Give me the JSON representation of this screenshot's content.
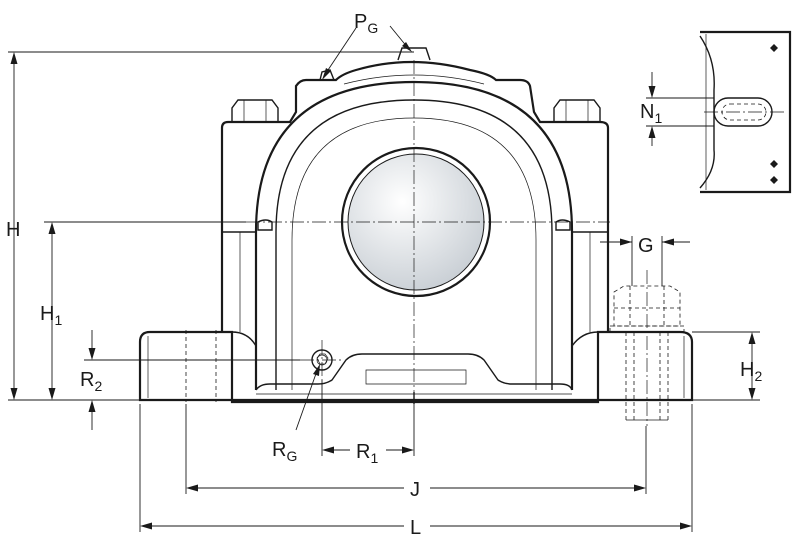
{
  "labels": {
    "PG": {
      "main": "P",
      "sub": "G"
    },
    "N1": {
      "main": "N",
      "sub": "1"
    },
    "H": {
      "main": "H",
      "sub": ""
    },
    "G": {
      "main": "G",
      "sub": ""
    },
    "H1": {
      "main": "H",
      "sub": "1"
    },
    "R2": {
      "main": "R",
      "sub": "2"
    },
    "H2": {
      "main": "H",
      "sub": "2"
    },
    "RG": {
      "main": "R",
      "sub": "G"
    },
    "R1": {
      "main": "R",
      "sub": "1"
    },
    "J": {
      "main": "J",
      "sub": ""
    },
    "L": {
      "main": "L",
      "sub": ""
    }
  },
  "colors": {
    "line": "#1a1a1a",
    "bearing_light": "#ffffff",
    "bearing_dark": "#c8ced4"
  }
}
